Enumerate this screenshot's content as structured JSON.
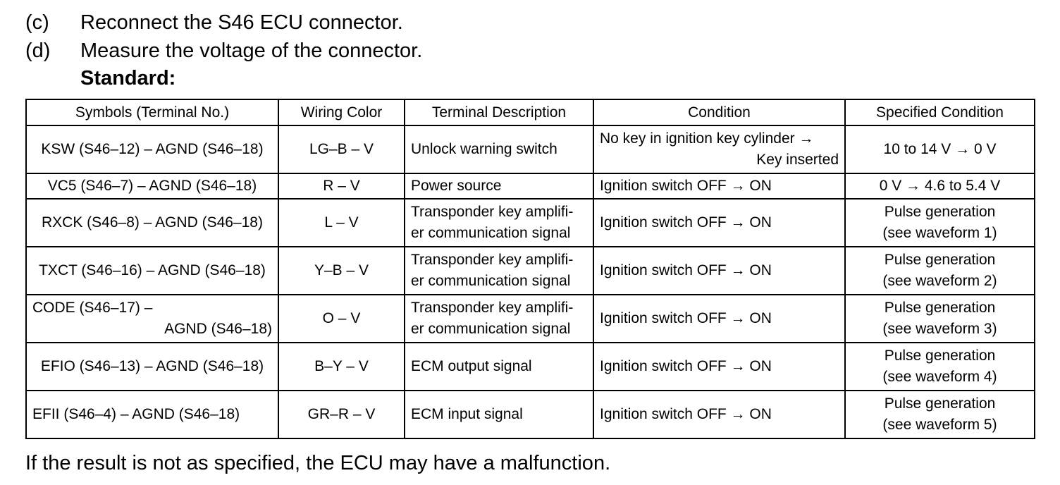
{
  "steps": [
    {
      "label": "(c)",
      "text": "Reconnect the S46 ECU connector."
    },
    {
      "label": "(d)",
      "text": "Measure the voltage of the connector."
    }
  ],
  "standard_heading": "Standard:",
  "table": {
    "headers": [
      "Symbols (Terminal No.)",
      "Wiring Color",
      "Terminal Description",
      "Condition",
      "Specified Condition"
    ],
    "rows": [
      {
        "symbol": "KSW (S46–12) – AGND (S46–18)",
        "wiring": "LG–B – V",
        "description": "Unlock warning switch",
        "condition_line1": "No key in ignition key cylinder →",
        "condition_line2": "Key inserted",
        "specified": "10 to 14 V → 0 V"
      },
      {
        "symbol": "VC5 (S46–7) – AGND (S46–18)",
        "wiring": "R – V",
        "description": "Power source",
        "condition": "Ignition switch OFF → ON",
        "specified": "0 V → 4.6 to 5.4 V"
      },
      {
        "symbol": "RXCK (S46–8) – AGND (S46–18)",
        "wiring": "L – V",
        "description_line1": "Transponder key amplifi-",
        "description_line2": "er communication signal",
        "condition": "Ignition switch OFF → ON",
        "specified_line1": "Pulse generation",
        "specified_line2": "(see waveform 1)"
      },
      {
        "symbol": "TXCT (S46–16) – AGND (S46–18)",
        "wiring": "Y–B – V",
        "description_line1": "Transponder key amplifi-",
        "description_line2": "er communication signal",
        "condition": "Ignition switch OFF → ON",
        "specified_line1": "Pulse generation",
        "specified_line2": "(see waveform 2)"
      },
      {
        "symbol_line1": "CODE (S46–17) –",
        "symbol_line2": "AGND (S46–18)",
        "wiring": "O – V",
        "description_line1": "Transponder key amplifi-",
        "description_line2": "er communication signal",
        "condition": "Ignition switch OFF → ON",
        "specified_line1": "Pulse generation",
        "specified_line2": "(see waveform 3)"
      },
      {
        "symbol": "EFIO (S46–13) – AGND (S46–18)",
        "wiring": "B–Y – V",
        "description": "ECM output signal",
        "condition": "Ignition switch OFF → ON",
        "specified_line1": "Pulse generation",
        "specified_line2": "(see waveform 4)"
      },
      {
        "symbol": "EFII (S46–4) – AGND (S46–18)",
        "wiring": "GR–R – V",
        "description": "ECM input signal",
        "condition": "Ignition switch OFF → ON",
        "specified_line1": "Pulse generation",
        "specified_line2": "(see waveform 5)"
      }
    ]
  },
  "footer_note": "If the result is not as specified, the ECU may have a malfunction."
}
